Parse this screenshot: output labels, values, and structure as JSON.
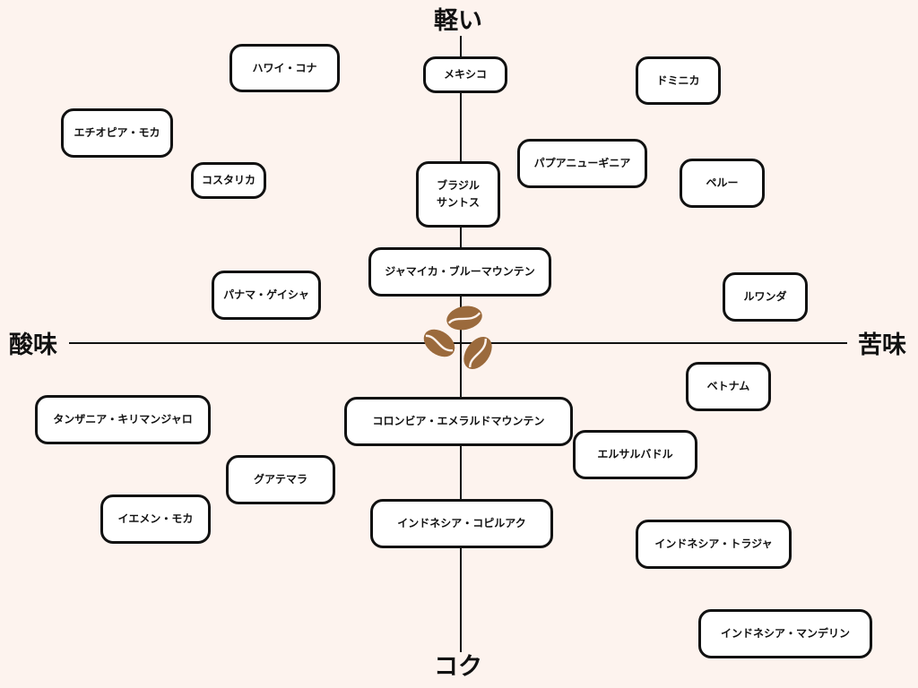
{
  "axes": {
    "top": "軽い",
    "bottom": "コク",
    "left": "酸味",
    "right": "苦味"
  },
  "center_icon": "coffee-beans-icon",
  "colors": {
    "background": "#fdf3ee",
    "bean": "#9b6a3c",
    "border": "#111111"
  },
  "nodes": [
    {
      "id": "hawaii-kona",
      "label": "ハワイ・コナ"
    },
    {
      "id": "mexico",
      "label": "メキシコ"
    },
    {
      "id": "dominica",
      "label": "ドミニカ"
    },
    {
      "id": "ethiopia-mocha",
      "label": "エチオピア・モカ"
    },
    {
      "id": "papua-new-guinea",
      "label": "パプアニューギニア"
    },
    {
      "id": "costa-rica",
      "label": "コスタリカ"
    },
    {
      "id": "brazil-santos",
      "label": "ブラジル\nサントス"
    },
    {
      "id": "peru",
      "label": "ペルー"
    },
    {
      "id": "jamaica-blue-mountain",
      "label": "ジャマイカ・ブルーマウンテン"
    },
    {
      "id": "panama-geisha",
      "label": "パナマ・ゲイシャ"
    },
    {
      "id": "rwanda",
      "label": "ルワンダ"
    },
    {
      "id": "vietnam",
      "label": "ベトナム"
    },
    {
      "id": "tanzania-kilimanjaro",
      "label": "タンザニア・キリマンジャロ"
    },
    {
      "id": "colombia-emerald-mountain",
      "label": "コロンビア・エメラルドマウンテン"
    },
    {
      "id": "el-salvador",
      "label": "エルサルバドル"
    },
    {
      "id": "guatemala",
      "label": "グアテマラ"
    },
    {
      "id": "yemen-mocha",
      "label": "イエメン・モカ"
    },
    {
      "id": "indonesia-kopi-luwak",
      "label": "インドネシア・コピルアク"
    },
    {
      "id": "indonesia-toraja",
      "label": "インドネシア・トラジャ"
    },
    {
      "id": "indonesia-mandheling",
      "label": "インドネシア・マンデリン"
    }
  ]
}
